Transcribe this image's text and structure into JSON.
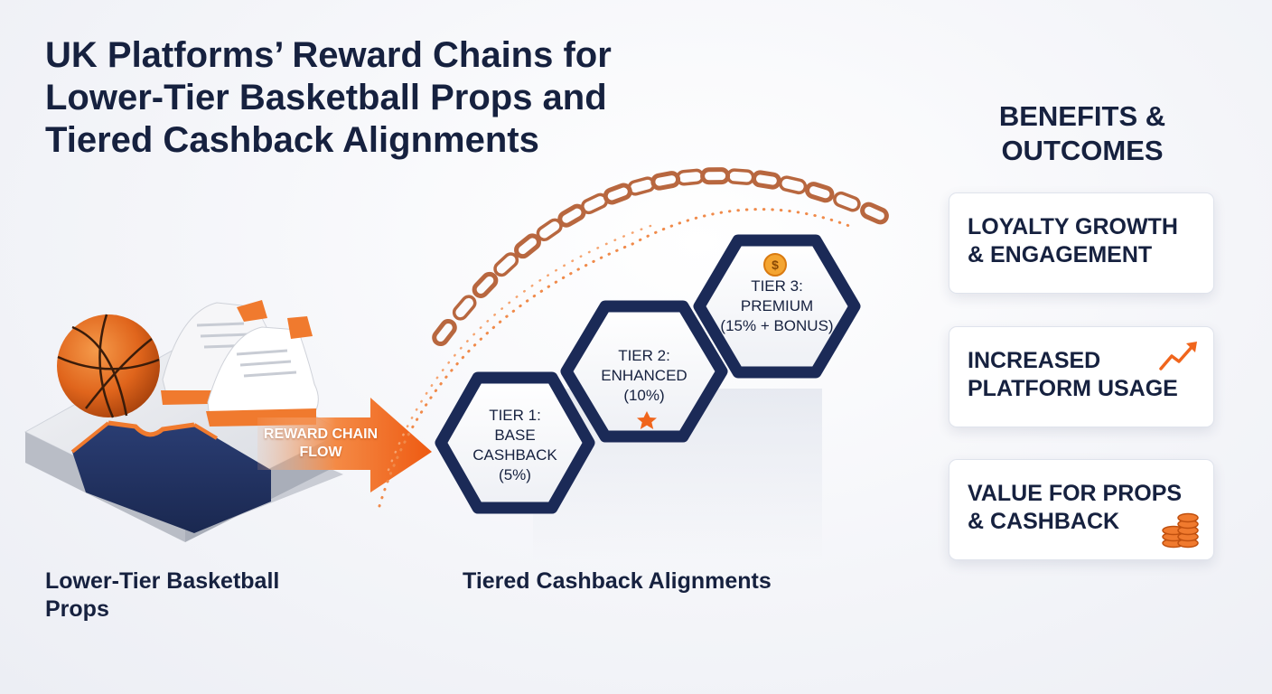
{
  "title": {
    "lines": [
      "UK Platforms’ Reward Chains for",
      "Lower-Tier Basketball Props and",
      "Tiered Cashback Alignments"
    ]
  },
  "left_caption": {
    "lines": [
      "Lower-Tier Basketball",
      "Props"
    ]
  },
  "flow_label": {
    "lines": [
      "REWARD CHAIN",
      "FLOW"
    ]
  },
  "middle_caption": "Tiered Cashback Alignments",
  "tiers": [
    {
      "lines": [
        "TIER 1:",
        "BASE",
        "CASHBACK",
        "(5%)"
      ]
    },
    {
      "lines": [
        "TIER 2:",
        "ENHANCED",
        "(10%)"
      ],
      "icon": "star-icon"
    },
    {
      "lines": [
        "TIER 3:",
        "PREMIUM",
        "(15% + BONUS)"
      ],
      "icon": "coin-icon"
    }
  ],
  "benefits": {
    "heading": [
      "BENEFITS &",
      "OUTCOMES"
    ],
    "cards": [
      {
        "lines": [
          "LOYALTY GROWTH",
          "& ENGAGEMENT"
        ]
      },
      {
        "lines": [
          "INCREASED",
          "PLATFORM USAGE"
        ],
        "icon": "trend-up-icon"
      },
      {
        "lines": [
          "VALUE FOR PROPS",
          "& CASHBACK"
        ],
        "icon": "coin-stack-icon"
      }
    ]
  },
  "colors": {
    "navy": "#16213f",
    "hex_border": "#1b2a57",
    "orange": "#f0651c",
    "chain": "#b8673f"
  }
}
